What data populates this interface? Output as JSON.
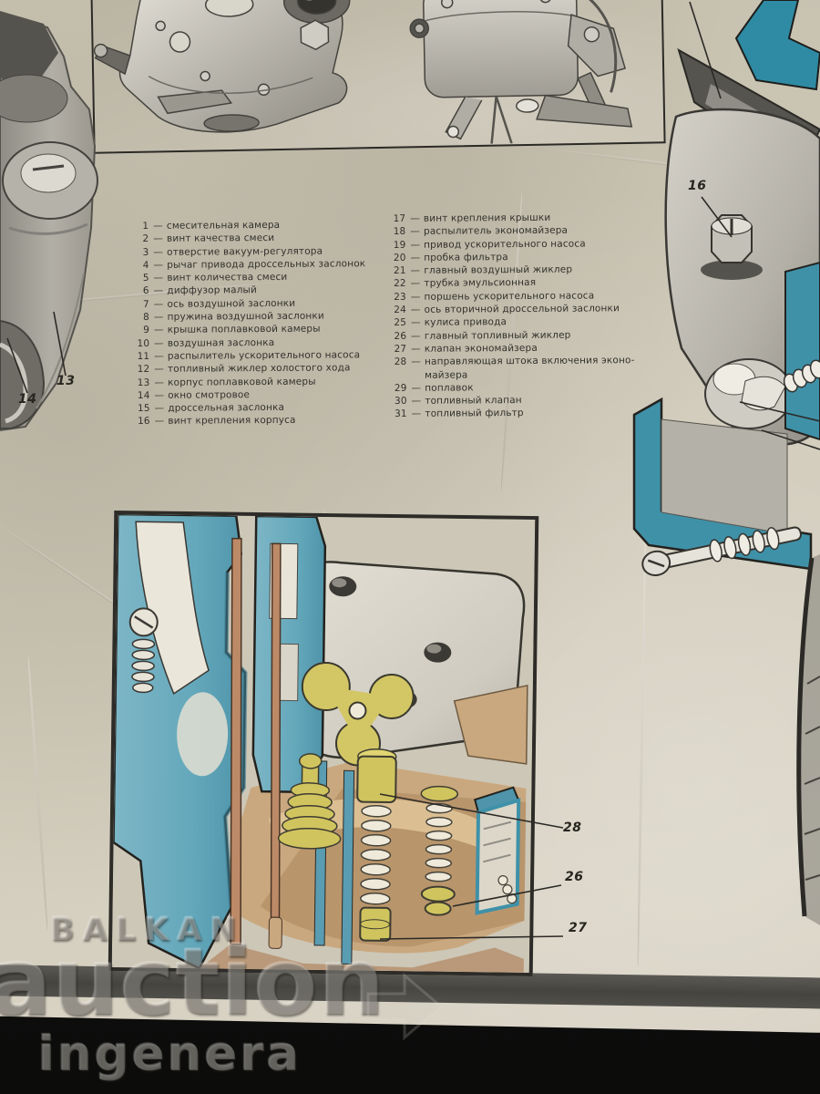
{
  "poster": {
    "legend": {
      "separator": "—",
      "col1": [
        {
          "num": "1",
          "text": "смесительная камера"
        },
        {
          "num": "2",
          "text": "винт качества смеси"
        },
        {
          "num": "3",
          "text": "отверстие вакуум-регулятора"
        },
        {
          "num": "4",
          "text": "рычаг привода дроссельных заслонок"
        },
        {
          "num": "5",
          "text": "винт количества смеси"
        },
        {
          "num": "6",
          "text": "диффузор малый"
        },
        {
          "num": "7",
          "text": "ось воздушной заслонки"
        },
        {
          "num": "8",
          "text": "пружина воздушной заслонки"
        },
        {
          "num": "9",
          "text": "крышка поплавковой камеры"
        },
        {
          "num": "10",
          "text": "воздушная заслонка"
        },
        {
          "num": "11",
          "text": "распылитель ускорительного насоса"
        },
        {
          "num": "12",
          "text": "топливный жиклер холостого хода"
        },
        {
          "num": "13",
          "text": "корпус поплавковой камеры"
        },
        {
          "num": "14",
          "text": "окно смотровое"
        },
        {
          "num": "15",
          "text": "дроссельная заслонка"
        },
        {
          "num": "16",
          "text": "винт крепления корпуса"
        }
      ],
      "col2": [
        {
          "num": "17",
          "text": "винт крепления крышки"
        },
        {
          "num": "18",
          "text": "распылитель экономайзера"
        },
        {
          "num": "19",
          "text": "привод ускорительного насоса"
        },
        {
          "num": "20",
          "text": "пробка фильтра"
        },
        {
          "num": "21",
          "text": "главный воздушный жиклер"
        },
        {
          "num": "22",
          "text": "трубка эмульсионная"
        },
        {
          "num": "23",
          "text": "поршень ускорительного насоса"
        },
        {
          "num": "24",
          "text": "ось вторичной дроссельной заслонки"
        },
        {
          "num": "25",
          "text": "кулиса привода"
        },
        {
          "num": "26",
          "text": "главный топливный жиклер"
        },
        {
          "num": "27",
          "text": "клапан экономайзера"
        },
        {
          "num": "28",
          "text": "направляющая штока включения эконо-майзера"
        },
        {
          "num": "29",
          "text": "поплавок"
        },
        {
          "num": "30",
          "text": "топливный клапан"
        },
        {
          "num": "31",
          "text": "топливный фильтр"
        }
      ]
    },
    "callouts": {
      "c13": "13",
      "c14": "14",
      "c16": "16",
      "c26": "26",
      "c27": "27",
      "c28": "28"
    },
    "watermark": {
      "line1": "BALKAN",
      "line2": "auction",
      "line3": "ingenera"
    },
    "palette": {
      "paper": "#cfc9b9",
      "accent_blue": "#5a9cb1",
      "brass_yellow": "#d0c45f",
      "copper": "#bd8a68",
      "ink": "#2c2a26"
    }
  }
}
